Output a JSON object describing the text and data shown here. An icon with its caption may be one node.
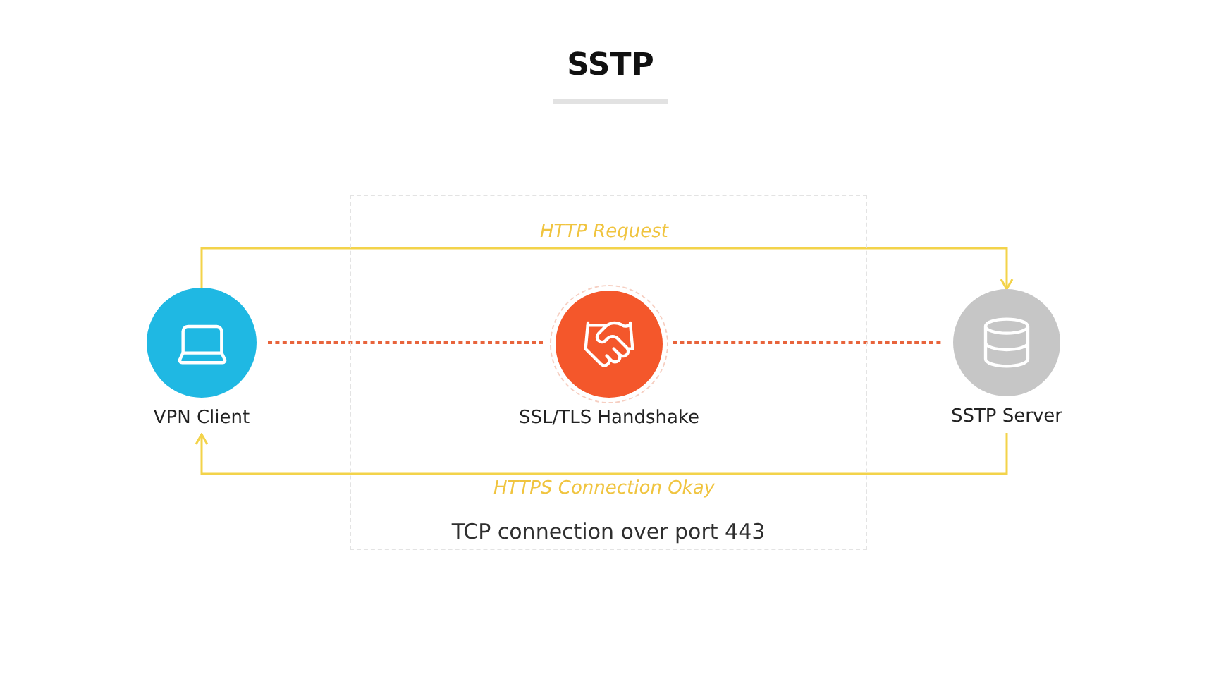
{
  "diagram": {
    "title": "SSTP",
    "nodes": [
      {
        "text": [
          "TCP connection over port 443"
        ]
      },
      {
        "text": [
          "VPN Client"
        ]
      },
      {
        "text": [
          "SSL/TLS Handshake"
        ],
        "in": 0
      },
      {
        "text": [
          "SSTP Server"
        ]
      }
    ],
    "edges": [
      {
        "from": 1,
        "to": 3,
        "arrow": "to",
        "label": "HTTP Request"
      },
      {
        "from": 3,
        "to": 1,
        "arrow": "to",
        "label": "HTTPS Connection Okay"
      },
      {
        "from": 1,
        "to": 2,
        "arrow": "none",
        "style": "dashed",
        "color": "#e8643c"
      },
      {
        "from": 2,
        "to": 3,
        "arrow": "none",
        "style": "dashed",
        "color": "#e8643c"
      }
    ]
  }
}
